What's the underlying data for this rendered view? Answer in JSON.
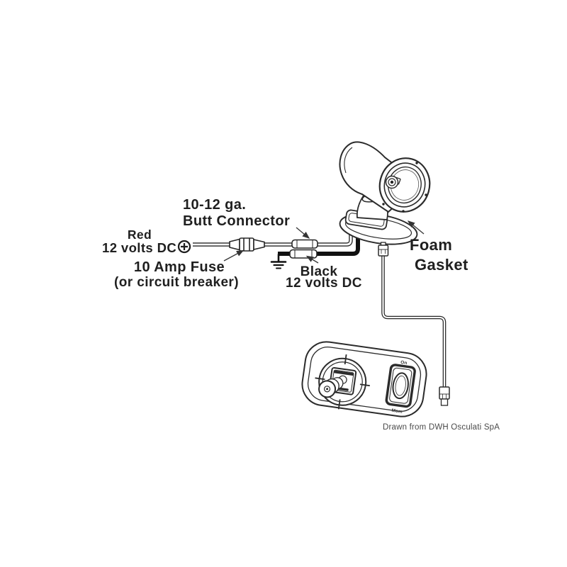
{
  "diagram_type": "spotlight wiring installation diagram",
  "colors": {
    "background": "#ffffff",
    "ink": "#1f1f1f",
    "line": "#2b2b2b",
    "credit_text": "#4a4a4a"
  },
  "labels": {
    "wire_gauge": "10-12 ga.",
    "butt_connector": "Butt Connector",
    "red_wire": {
      "name": "Red",
      "voltage": "12 volts DC",
      "polarity_symbol": "⊕"
    },
    "fuse": {
      "line1": "10 Amp Fuse",
      "line2": "(or circuit breaker)"
    },
    "black_wire": {
      "name": "Black",
      "voltage": "12 volts DC"
    },
    "foam_gasket": {
      "line1": "Foam",
      "line2": "Gasket"
    },
    "remote_switch": {
      "top": "On",
      "bottom": "Mom"
    },
    "credit": "Drawn from DWH Osculati SpA"
  },
  "components": [
    "spotlight-with-pedestal-base",
    "foam-gasket-oval",
    "red-positive-wire-with-inline-fuse",
    "black-negative-wire-with-ground",
    "two-butt-connectors",
    "modular-plug-cable",
    "remote-control-panel-with-joystick-and-rocker-switch"
  ]
}
